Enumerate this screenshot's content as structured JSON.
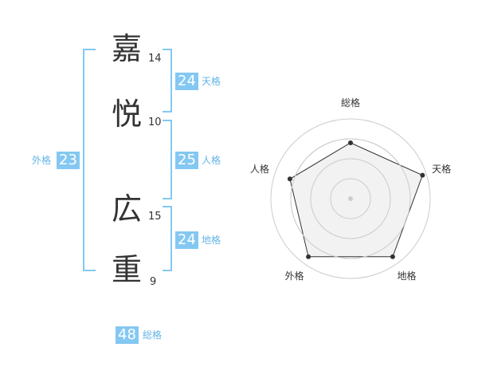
{
  "name": {
    "chars": [
      {
        "char": "嘉",
        "strokes": "14"
      },
      {
        "char": "悦",
        "strokes": "10"
      },
      {
        "char": "広",
        "strokes": "15"
      },
      {
        "char": "重",
        "strokes": "9"
      }
    ]
  },
  "scores": {
    "tenkaku": {
      "value": "24",
      "label": "天格"
    },
    "jinkaku": {
      "value": "25",
      "label": "人格"
    },
    "chikaku": {
      "value": "24",
      "label": "地格"
    },
    "gaikaku": {
      "value": "23",
      "label": "外格"
    },
    "soukaku": {
      "value": "48",
      "label": "総格"
    }
  },
  "chart_data": {
    "type": "radar",
    "axes": [
      "総格",
      "天格",
      "地格",
      "外格",
      "人格"
    ],
    "values": [
      0.7,
      0.95,
      0.9,
      0.9,
      0.8
    ],
    "range": [
      0,
      1
    ],
    "rings": 4,
    "grid": true,
    "colors": {
      "line": "#333333",
      "fill": "#f0f0f0",
      "ring": "#cccccc",
      "accent": "#84c8f2"
    }
  }
}
